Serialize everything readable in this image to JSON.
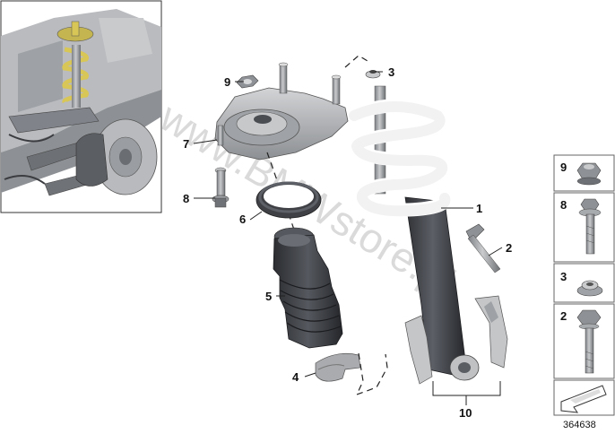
{
  "watermark": "www.BMWstore.pl",
  "diagram_number": "364638",
  "callouts": [
    "1",
    "2",
    "3",
    "4",
    "5",
    "6",
    "7",
    "8",
    "9",
    "10"
  ],
  "side_panel": {
    "items": [
      {
        "number": "9",
        "part": "nut"
      },
      {
        "number": "8",
        "part": "bolt-with-washer"
      },
      {
        "number": "3",
        "part": "collar-nut"
      },
      {
        "number": "2",
        "part": "hex-bolt"
      }
    ]
  },
  "icons": [
    "inset-suspension-view",
    "arrow-box-icon"
  ],
  "colors": {
    "metal": "#a9abae",
    "rubber": "#3b3d42",
    "spring_white": "#f2f2f2",
    "spring_yellow": "#d8c657",
    "watermark": "#bcbcbc"
  }
}
